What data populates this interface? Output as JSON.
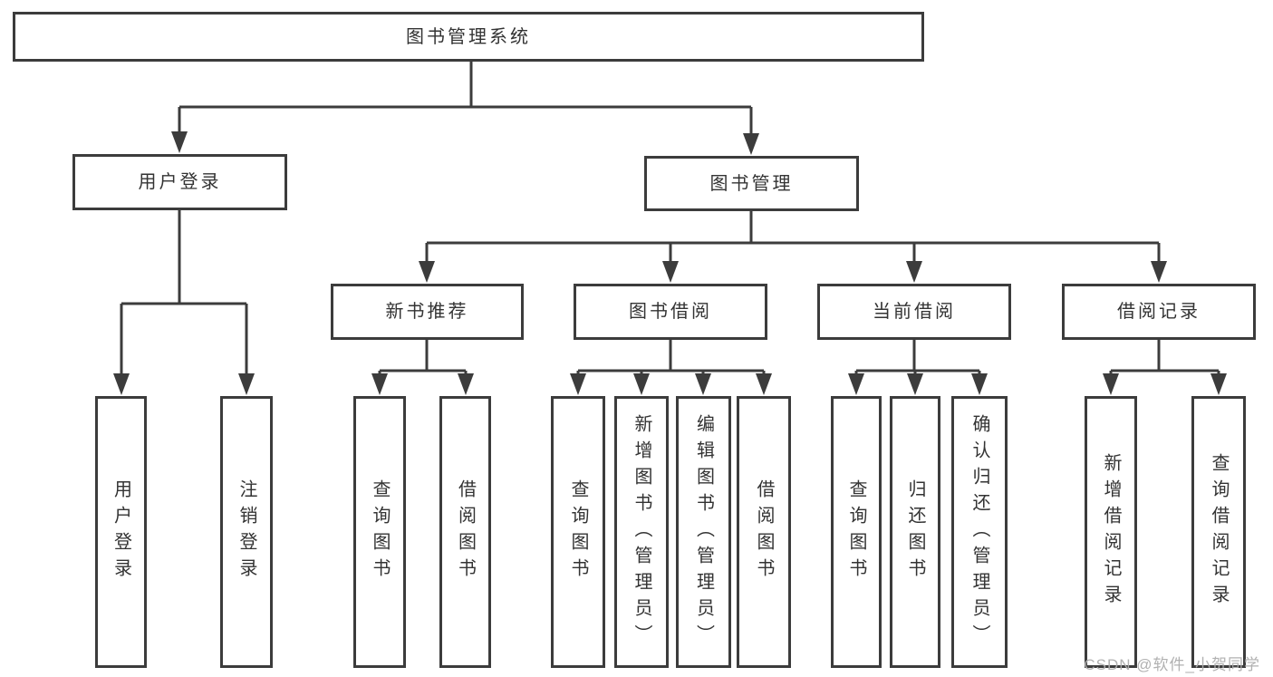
{
  "diagram": {
    "root": {
      "label": "图书管理系统"
    },
    "level1": [
      {
        "label": "用户登录"
      },
      {
        "label": "图书管理"
      }
    ],
    "level2": [
      {
        "label": "新书推荐"
      },
      {
        "label": "图书借阅"
      },
      {
        "label": "当前借阅"
      },
      {
        "label": "借阅记录"
      }
    ],
    "leaves": {
      "user_login": [
        {
          "label": "用户登录"
        },
        {
          "label": "注销登录"
        }
      ],
      "new_books": [
        {
          "label": "查询图书"
        },
        {
          "label": "借阅图书"
        }
      ],
      "book_borrow": [
        {
          "label": "查询图书"
        },
        {
          "label": "新增图书（管理员）"
        },
        {
          "label": "编辑图书（管理员）"
        },
        {
          "label": "借阅图书"
        }
      ],
      "current_borrow": [
        {
          "label": "查询图书"
        },
        {
          "label": "归还图书"
        },
        {
          "label": "确认归还（管理员）"
        }
      ],
      "borrow_records": [
        {
          "label": "新增借阅记录"
        },
        {
          "label": "查询借阅记录"
        }
      ]
    }
  },
  "watermark": "CSDN @软件_小贺同学",
  "colors": {
    "line": "#3c3c3c",
    "text": "#333333",
    "watermark": "#adadad",
    "background": "#ffffff"
  }
}
